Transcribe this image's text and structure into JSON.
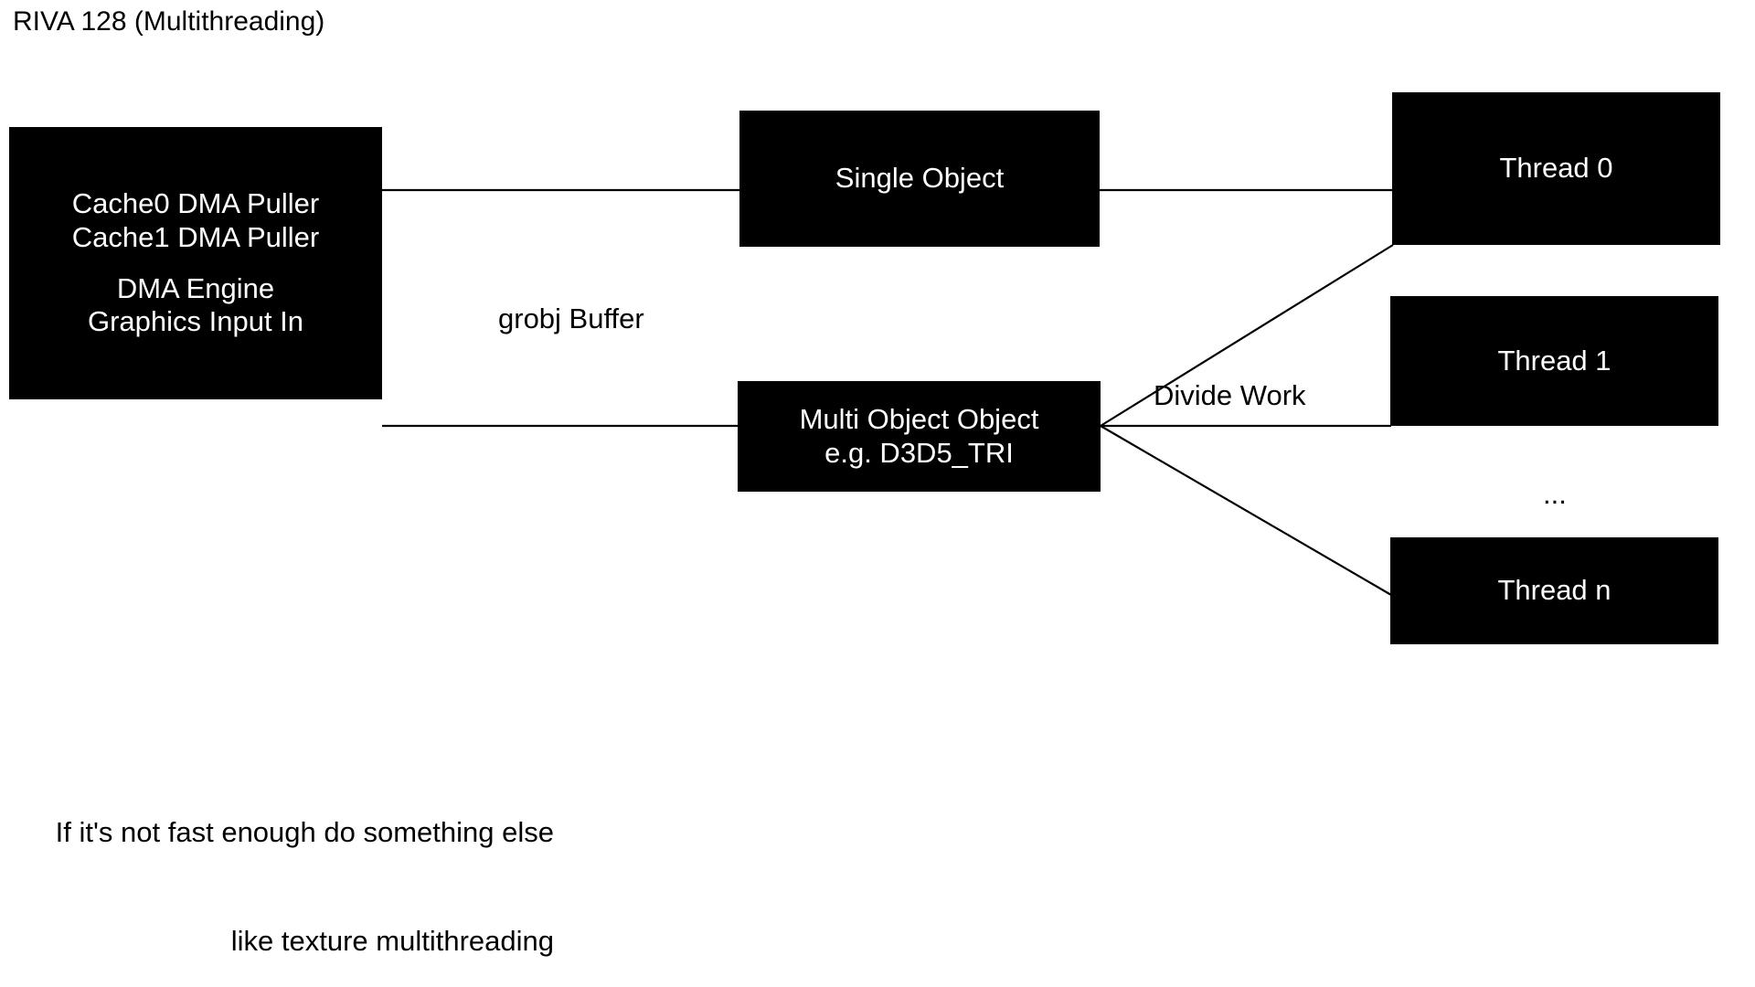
{
  "page": {
    "title": "RIVA 128 (Multithreading)",
    "background_color": "#ffffff",
    "node_fill_color": "#000000",
    "node_text_color": "#ffffff",
    "edge_color": "#000000",
    "text_color": "#000000"
  },
  "nodes": {
    "engine": {
      "lines": [
        "Cache0 DMA Puller",
        "Cache1 DMA Puller",
        "",
        "DMA Engine",
        "Graphics Input In"
      ]
    },
    "single_object": {
      "lines": [
        "Single Object"
      ]
    },
    "multi_object": {
      "lines": [
        "Multi Object Object",
        "e.g. D3D5_TRI"
      ]
    },
    "thread_0": {
      "lines": [
        "Thread 0"
      ]
    },
    "thread_1": {
      "lines": [
        "Thread 1"
      ]
    },
    "thread_n": {
      "lines": [
        "Thread n"
      ]
    }
  },
  "labels": {
    "grobj_buffer": "grobj Buffer",
    "divide_work": "Divide Work",
    "threads_ellipsis": "..."
  },
  "footnote": {
    "line1": "If it's not fast enough do something else",
    "line2": "like texture multithreading"
  },
  "edges": [
    {
      "name": "engine-to-single-object",
      "from": "engine",
      "to": "single_object"
    },
    {
      "name": "engine-to-multi-object",
      "from": "engine",
      "to": "multi_object"
    },
    {
      "name": "single-object-to-thread-0",
      "from": "single_object",
      "to": "thread_0"
    },
    {
      "name": "multi-object-to-thread-0",
      "from": "multi_object",
      "to": "thread_0"
    },
    {
      "name": "multi-object-to-thread-1",
      "from": "multi_object",
      "to": "thread_1"
    },
    {
      "name": "multi-object-to-thread-n",
      "from": "multi_object",
      "to": "thread_n"
    }
  ]
}
